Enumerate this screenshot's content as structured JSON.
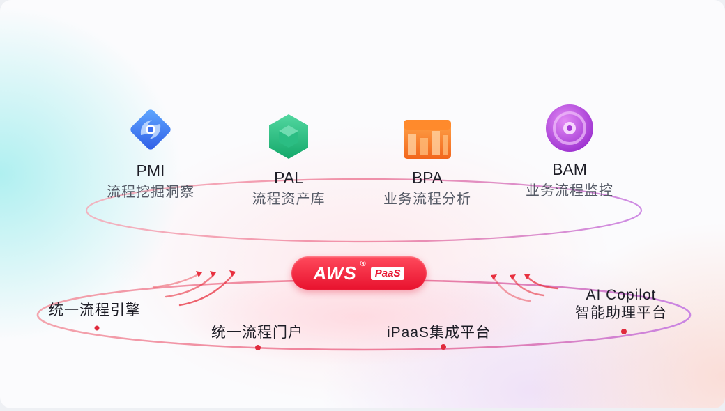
{
  "modules": [
    {
      "code": "PMI",
      "desc": "流程挖掘洞察",
      "icon": "pmi-diamond-icon"
    },
    {
      "code": "PAL",
      "desc": "流程资产库",
      "icon": "pal-hexagon-icon"
    },
    {
      "code": "BPA",
      "desc": "业务流程分析",
      "icon": "bpa-grid-icon"
    },
    {
      "code": "BAM",
      "desc": "业务流程监控",
      "icon": "bam-circle-icon"
    }
  ],
  "core": {
    "brand": "AWS",
    "reg_mark": "®",
    "tag": "PaaS"
  },
  "platform": [
    {
      "label": "统一流程引擎"
    },
    {
      "label": "统一流程门户"
    },
    {
      "label": "iPaaS集成平台"
    },
    {
      "line1": "AI Copilot",
      "line2": "智能助理平台"
    }
  ],
  "colors": {
    "accent_red": "#e8122e",
    "ring_pink": "#f08aa0",
    "ring_purple": "#c774e0"
  }
}
